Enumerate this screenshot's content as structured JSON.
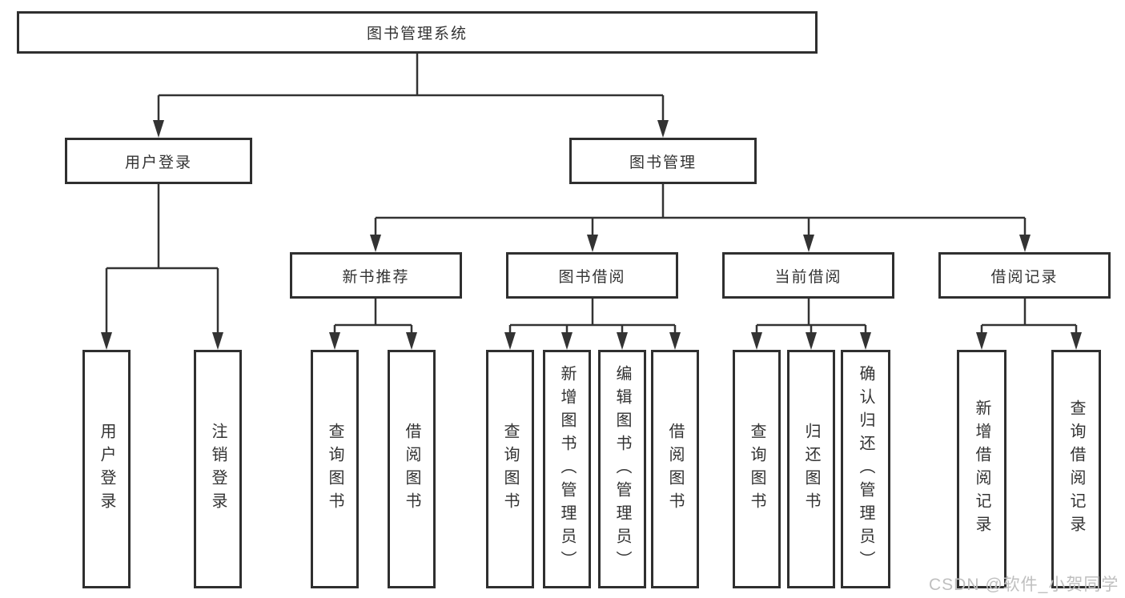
{
  "diagram": {
    "root": {
      "label": "图书管理系统"
    },
    "level2": [
      {
        "label": "用户登录"
      },
      {
        "label": "图书管理"
      }
    ],
    "level3": [
      {
        "label": "新书推荐"
      },
      {
        "label": "图书借阅"
      },
      {
        "label": "当前借阅"
      },
      {
        "label": "借阅记录"
      }
    ],
    "leaves": {
      "user_login": [
        "用户登录",
        "注销登录"
      ],
      "new_books": [
        "查询图书",
        "借阅图书"
      ],
      "book_borrow": [
        "查询图书",
        "新增图书（管理员）",
        "编辑图书（管理员）",
        "借阅图书"
      ],
      "current_borrow": [
        "查询图书",
        "归还图书",
        "确认归还（管理员）"
      ],
      "borrow_records": [
        "新增借阅记录",
        "查询借阅记录"
      ]
    }
  },
  "watermark": {
    "text": "CSDN @软件_小贺同学"
  },
  "colors": {
    "line": "#333333",
    "box_border": "#2f2f2f",
    "text": "#333333",
    "background": "#ffffff",
    "watermark_text": "#bfbfbf"
  }
}
